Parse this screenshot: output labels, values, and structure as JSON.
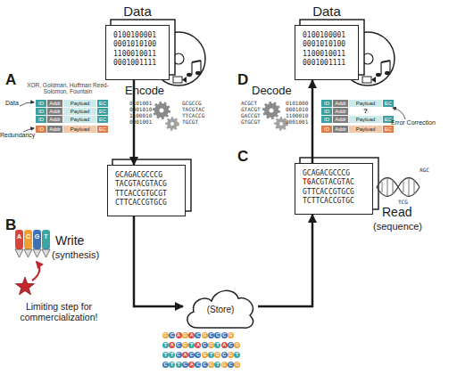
{
  "diagram": {
    "nodes": [
      {
        "text": [
          "Data",
          "0100100001 0001010100 1100010011 0001001111"
        ]
      },
      {
        "text": [
          "ID",
          "Addr",
          "Payload",
          "EC"
        ]
      },
      {
        "text": [
          "ID",
          "Addr",
          "Payload",
          "EC"
        ]
      },
      {
        "text": [
          "ID",
          "Addr",
          "Payload",
          "EC"
        ]
      },
      {
        "text": [
          "ID",
          "Addr",
          "Payload",
          "EC"
        ]
      },
      {
        "text": [
          "GCAGACGCCCG TACGTACGTACG TTCACCGTGCGT CTTCACCGTGCG"
        ]
      },
      {
        "text": [
          "(Store)"
        ]
      },
      {
        "text": [
          "GCAGACGCCCG TGACGTACGTAC GTTCACCGTGCG TCTTCACCGTGC"
        ]
      },
      {
        "text": [
          "Data",
          "0100100001 0001010100 1100010011 0001001111"
        ]
      },
      {
        "text": [
          "ID",
          "Addr",
          "Payload",
          "EC"
        ]
      },
      {
        "text": [
          "ID",
          "Addr",
          "?"
        ]
      },
      {
        "text": [
          "ID",
          "Addr",
          "Payload",
          "EC"
        ]
      },
      {
        "text": [
          "ID",
          "Addr",
          "Payload",
          "EC"
        ]
      }
    ],
    "edges": [
      {
        "from": 0,
        "to": 5,
        "arrow": "to"
      },
      {
        "from": 5,
        "to": 6,
        "arrow": "to"
      },
      {
        "from": 6,
        "to": 7,
        "arrow": "to"
      },
      {
        "from": 7,
        "to": 8,
        "arrow": "to"
      }
    ],
    "labels": [
      "A",
      "XOR, Goldman, Huffman Reed-Solomon, Fountain",
      "Data",
      "Redundancy",
      "Encode",
      "0101001 0001010 1100010 0001001",
      "GCGCCG TACGTAC TTCACCG TGCGT",
      "B",
      "A",
      "C",
      "G",
      "T",
      "Write",
      "(synthesis)",
      "Limiting step for commercialization!",
      "GCAGACGCCCG",
      "TACGTACGTACG",
      "TTCACCGTGCGT",
      "CTTCACCGTGCG",
      "C",
      "Read",
      "(sequence)",
      "AGC",
      "TCG",
      "D",
      "Decode",
      "ACGCT GTACGT GACCGT GTGCGT",
      "0101000 0001010 1100010 0001001",
      "Error Correction"
    ]
  }
}
